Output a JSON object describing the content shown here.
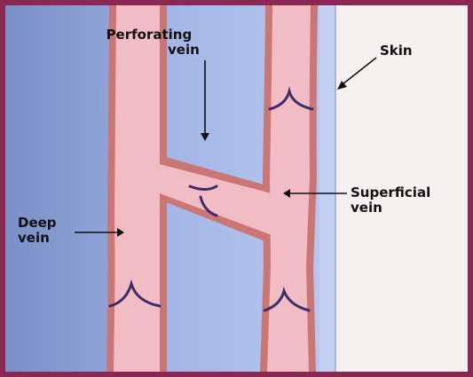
{
  "labels": {
    "perforating": [
      "Perforating",
      "vein"
    ],
    "skin": "Skin",
    "superficial": [
      "Superficial",
      "vein"
    ],
    "deep": [
      "Deep",
      "vein"
    ]
  },
  "colors": {
    "frame": "#8a2755",
    "deep_tissue": "#8096cc",
    "middle_tissue": "#a9bce8",
    "skin_band": "#c8d3f4",
    "outside": "#f4f1ef",
    "vein_fill": "#f2bcc4",
    "vein_wall": "#c97674",
    "valve": "#3c2d6a",
    "label_text": "#111111"
  }
}
